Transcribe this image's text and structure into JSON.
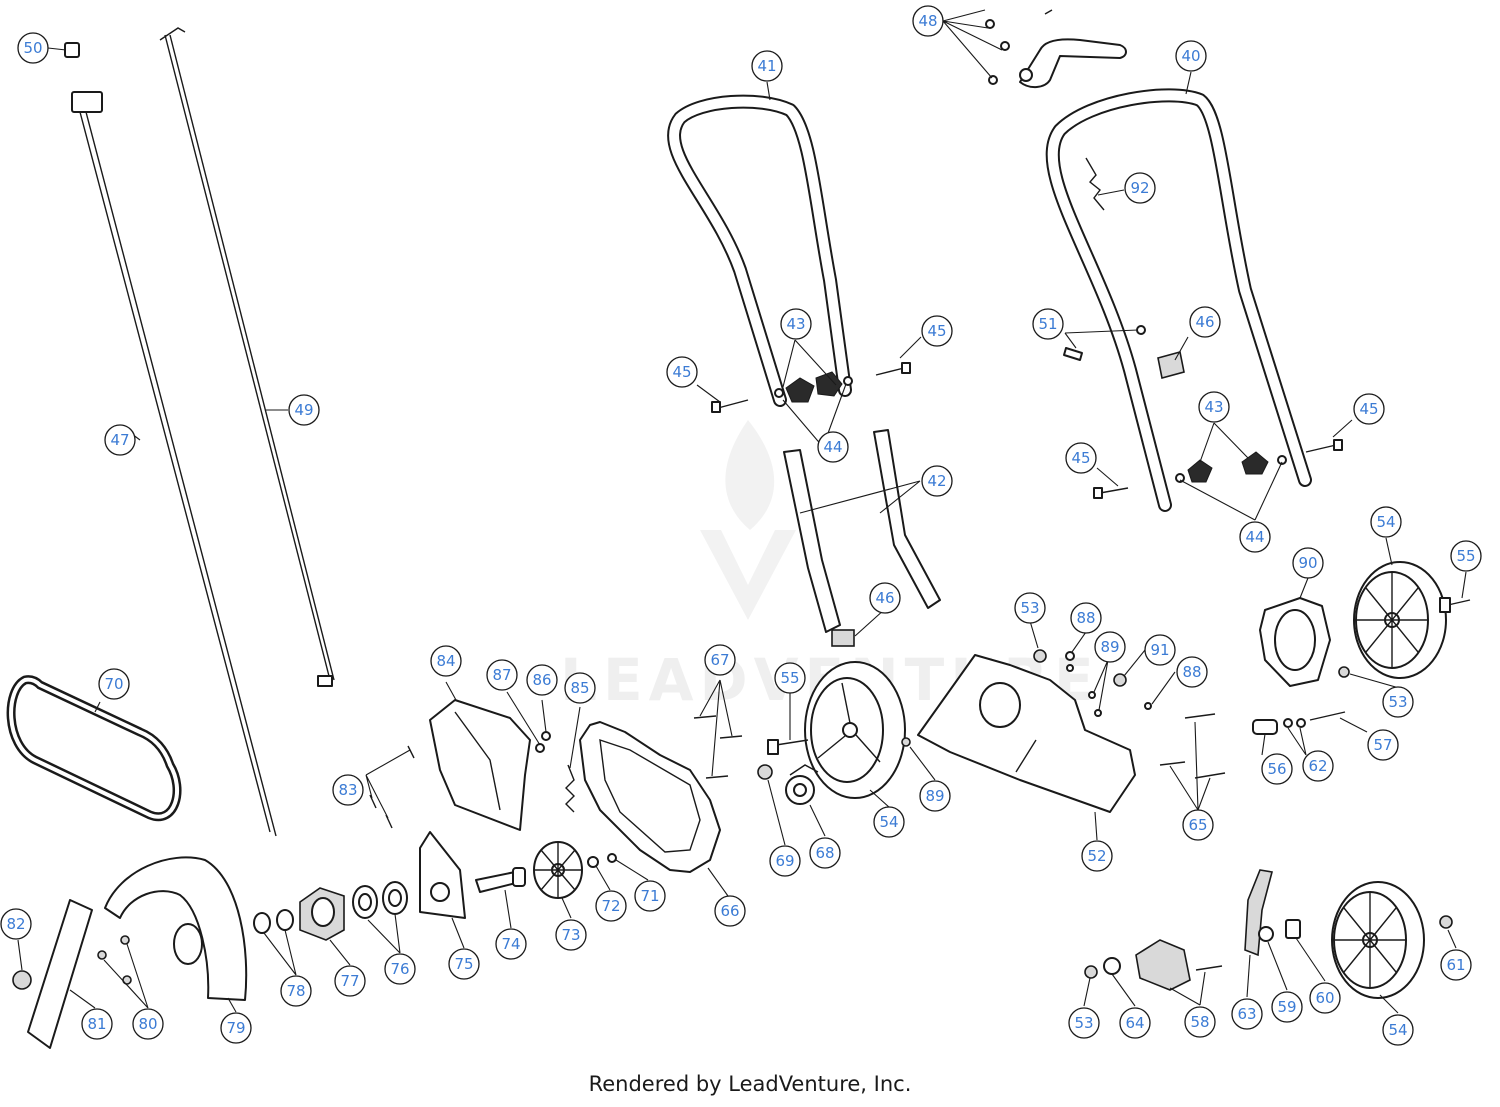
{
  "diagram": {
    "credit": "Rendered by LeadVenture, Inc.",
    "watermark": "LEADVENTURE",
    "callout_color": "#3b7bd4",
    "callouts": [
      "40",
      "41",
      "42",
      "43",
      "44",
      "45",
      "46",
      "47",
      "48",
      "49",
      "50",
      "51",
      "52",
      "53",
      "54",
      "55",
      "56",
      "57",
      "58",
      "59",
      "60",
      "61",
      "62",
      "63",
      "64",
      "65",
      "66",
      "67",
      "68",
      "69",
      "70",
      "71",
      "72",
      "73",
      "74",
      "75",
      "76",
      "77",
      "78",
      "79",
      "80",
      "81",
      "82",
      "83",
      "84",
      "85",
      "86",
      "87",
      "88",
      "89",
      "90",
      "91",
      "92"
    ]
  }
}
